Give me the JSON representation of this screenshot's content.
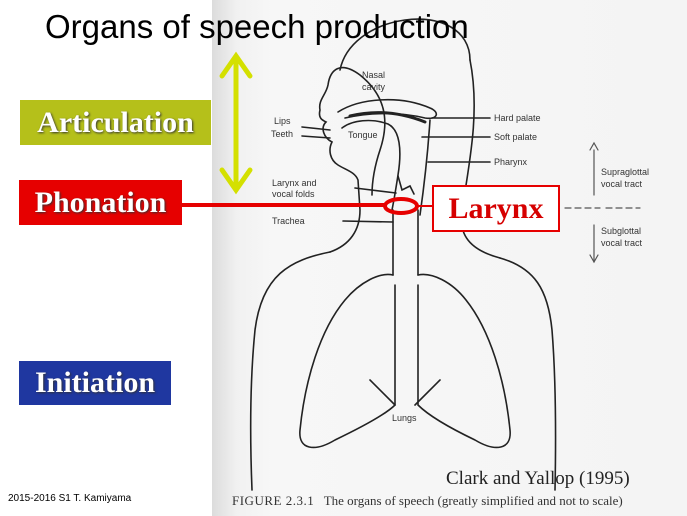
{
  "slide": {
    "title": "Organs of speech production",
    "footer": "2015-2016 S1  T. Kamiyama",
    "credit": "Clark and Yallop (1995)"
  },
  "boxes": {
    "articulation": "Articulation",
    "phonation": "Phonation",
    "initiation": "Initiation",
    "larynx": "Larynx"
  },
  "figure": {
    "caption_number": "FIGURE 2.3.1",
    "caption_text": "The organs of speech (greatly simplified and not to scale)",
    "labels": {
      "nasal_cavity_1": "Nasal",
      "nasal_cavity_2": "cavity",
      "lips": "Lips",
      "teeth": "Teeth",
      "tongue": "Tongue",
      "hard_palate": "Hard palate",
      "soft_palate": "Soft palate",
      "pharynx": "Pharynx",
      "larynx_folds_1": "Larynx and",
      "larynx_folds_2": "vocal folds",
      "trachea": "Trachea",
      "supraglottal_1": "Supraglottal",
      "supraglottal_2": "vocal tract",
      "subglottal_1": "Subglottal",
      "subglottal_2": "vocal tract",
      "lungs": "Lungs"
    }
  },
  "colors": {
    "articulation": "#b5c01a",
    "phonation": "#e60000",
    "initiation": "#1f37a0",
    "arrow": "#d4e000"
  }
}
